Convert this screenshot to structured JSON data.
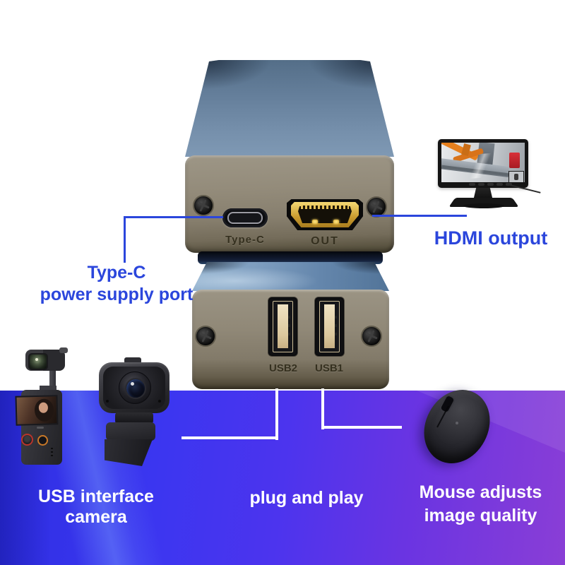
{
  "colors": {
    "callout_blue": "#2b46dc",
    "caption_white": "#ffffff",
    "bg_gradient_left": "#2e2fe2",
    "bg_gradient_right": "#8a3ed6",
    "device_panel_tan": "#8d8574",
    "device_top_blue": "#6e88a4",
    "engraved_label": "#35301f",
    "usb_tongue_gold": "#e8d7b2",
    "hdmi_gold": "#d8b040"
  },
  "top_device": {
    "typec_port_label": "Type-C",
    "hdmi_port_label": "OUT"
  },
  "bottom_device": {
    "usb2_label": "USB2",
    "usb1_label": "USB1"
  },
  "callouts": {
    "typec_line1": "Type-C",
    "typec_line2": "power supply port",
    "hdmi_output": "HDMI output",
    "usb_camera": "USB interface camera",
    "plug_play": "plug and play",
    "mouse_line1": "Mouse adjusts",
    "mouse_line2": "image quality"
  },
  "images": {
    "monitor": "monitor-showing-robot-arm",
    "gimbal": "pocket-gimbal-camera",
    "webcam": "usb-webcam",
    "mouse": "wireless-mouse"
  }
}
